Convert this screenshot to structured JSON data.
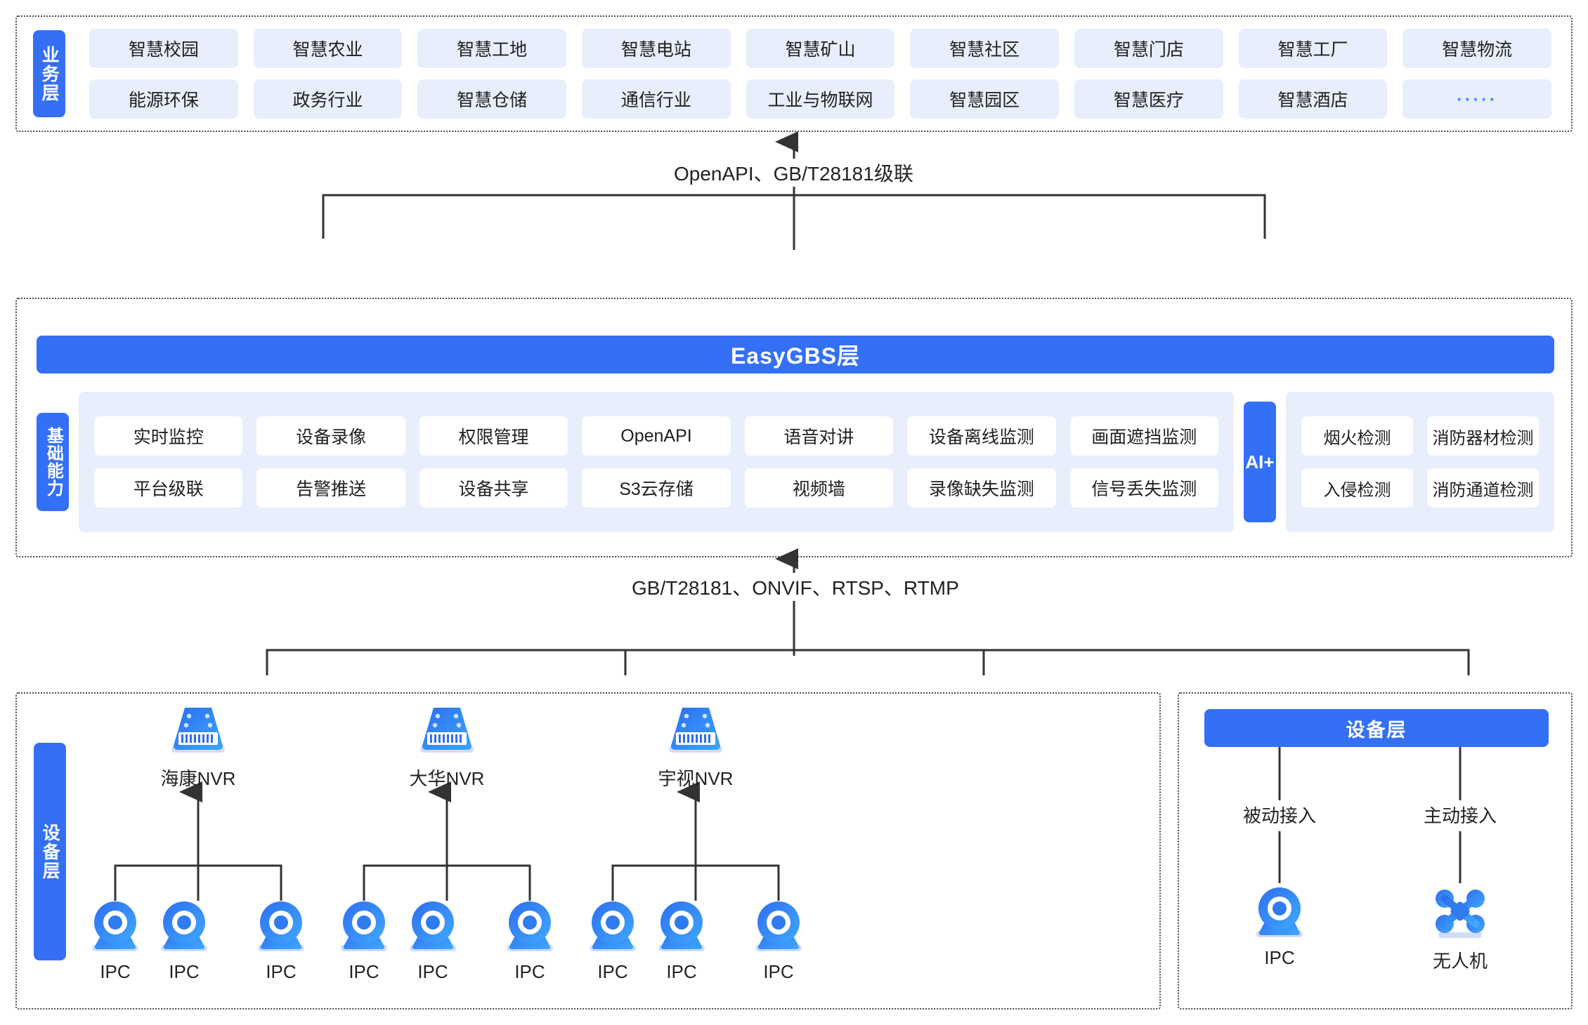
{
  "business_layer": {
    "tag": "业务层",
    "items": [
      "智慧校园",
      "智慧农业",
      "智慧工地",
      "智慧电站",
      "智慧矿山",
      "智慧社区",
      "智慧门店",
      "智慧工厂",
      "智慧物流",
      "能源环保",
      "政务行业",
      "智慧仓储",
      "通信行业",
      "工业与物联网",
      "智慧园区",
      "智慧医疗",
      "智慧酒店",
      "·····"
    ]
  },
  "connectors": {
    "top": "OpenAPI、GB/T28181级联",
    "mid": "GB/T28181、ONVIF、RTSP、RTMP"
  },
  "easygbs_layer": {
    "title": "EasyGBS层",
    "capability_tag": "基础能力",
    "capabilities": [
      "实时监控",
      "设备录像",
      "权限管理",
      "OpenAPI",
      "语音对讲",
      "设备离线监测",
      "画面遮挡监测",
      "平台级联",
      "告警推送",
      "设备共享",
      "S3云存储",
      "视频墙",
      "录像缺失监测",
      "信号丢失监测"
    ],
    "ai_tag": "AI+",
    "ai_items": [
      "烟火检测",
      "消防器材检测",
      "入侵检测",
      "消防通道检测"
    ]
  },
  "device_layer_left": {
    "tag": "设备层",
    "groups": [
      {
        "nvr": "海康NVR",
        "cameras": [
          "IPC",
          "IPC",
          "IPC"
        ]
      },
      {
        "nvr": "大华NVR",
        "cameras": [
          "IPC",
          "IPC",
          "IPC"
        ]
      },
      {
        "nvr": "宇视NVR",
        "cameras": [
          "IPC",
          "IPC",
          "IPC"
        ]
      }
    ]
  },
  "device_layer_right": {
    "title": "设备层",
    "nodes": [
      {
        "access": "被动接入",
        "label": "IPC",
        "icon": "ipc-camera-icon"
      },
      {
        "access": "主动接入",
        "label": "无人机",
        "icon": "drone-icon"
      }
    ]
  },
  "colors": {
    "brand_blue": "#3370f5",
    "chip_blue": "#e8eefc",
    "line": "#333333"
  }
}
